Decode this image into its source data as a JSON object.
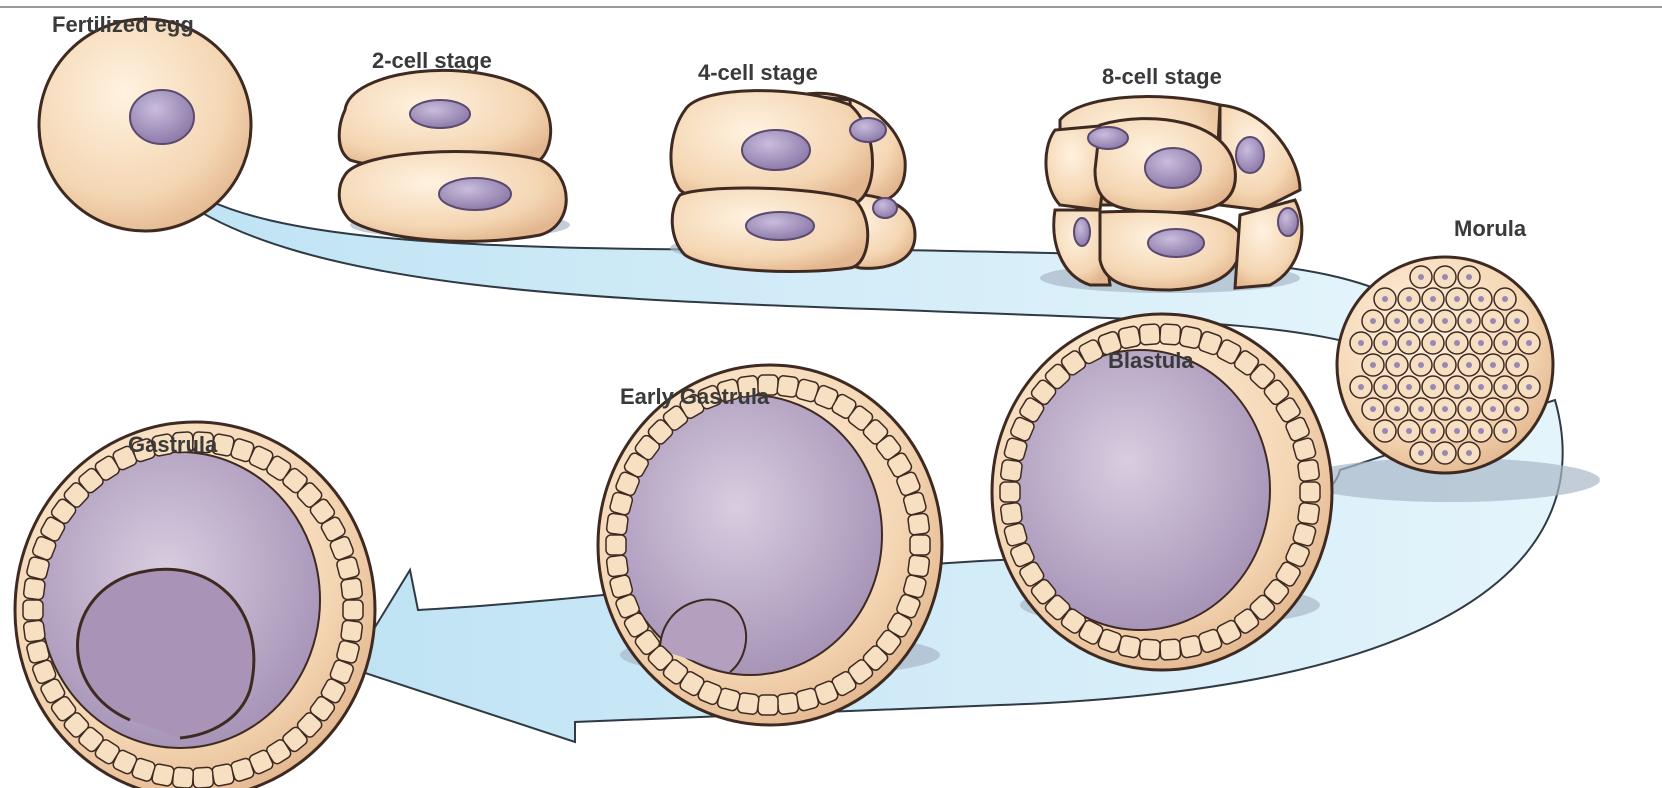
{
  "diagram": {
    "stages": [
      {
        "id": "fertilized-egg",
        "label": "Fertilized egg"
      },
      {
        "id": "2-cell",
        "label": "2-cell stage"
      },
      {
        "id": "4-cell",
        "label": "4-cell stage"
      },
      {
        "id": "8-cell",
        "label": "8-cell stage"
      },
      {
        "id": "morula",
        "label": "Morula"
      },
      {
        "id": "blastula",
        "label": "Blastula"
      },
      {
        "id": "early-gastrula",
        "label": "Early Gastrula"
      },
      {
        "id": "gastrula",
        "label": "Gastrula"
      }
    ],
    "colors": {
      "cell_fill": "#f6dcbc",
      "cell_stroke": "#3f2a22",
      "nucleus": "#9a88b4",
      "cavity": "#b7a6c4",
      "arrow_fill": "#cfe9f6",
      "arrow_stroke": "#2f3a44",
      "shadow": "#a9b8c8"
    }
  }
}
